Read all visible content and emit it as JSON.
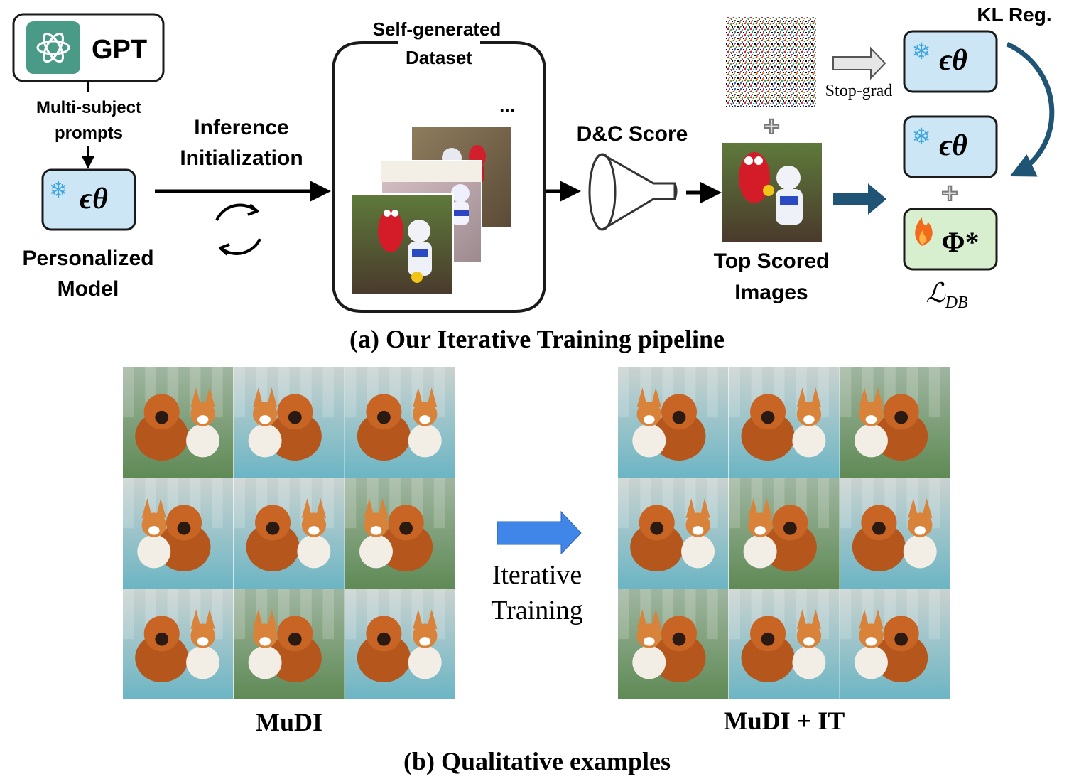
{
  "part_a": {
    "caption": "(a) Our Iterative Training pipeline",
    "gpt": {
      "label": "GPT",
      "edge_label": [
        "Multi-subject",
        "prompts"
      ]
    },
    "personalized_model": {
      "symbol": "ϵθ",
      "label": [
        "Personalized",
        "Model"
      ]
    },
    "inference": {
      "label": [
        "Inference",
        "Initialization"
      ]
    },
    "dataset": {
      "title": [
        "Self-generated",
        "Dataset"
      ],
      "ellipsis": "..."
    },
    "filter": {
      "label": "D&C Score"
    },
    "top_scored": {
      "label": [
        "Top Scored",
        "Images"
      ]
    },
    "stop_grad": "Stop-grad",
    "kl_reg": "KL Reg.",
    "frozen_model_1": {
      "symbol": "ϵθ"
    },
    "frozen_model_2": {
      "symbol": "ϵθ"
    },
    "trainable_model": {
      "symbol": "Φ*"
    },
    "loss": {
      "base": "ℒ",
      "sub": "DB"
    }
  },
  "part_b": {
    "caption": "(b) Qualitative examples",
    "left_grid": {
      "label": "MuDI",
      "rows": 3,
      "cols": 3
    },
    "right_grid": {
      "label": "MuDI + IT",
      "rows": 3,
      "cols": 3
    },
    "arrow_label": [
      "Iterative",
      "Training"
    ]
  },
  "colors": {
    "model_fill": "#cde6f5",
    "phi_fill": "#d8efcf",
    "dark_teal_arrow": "#1f5475",
    "blue_arrow": "#3f86e8",
    "gpt_logo": "#4a9a88",
    "snowflake": "#3fa6e0",
    "flame": "#f26b1d"
  },
  "icons": [
    "gpt-logo-icon",
    "snowflake-icon",
    "refresh-cycle-icon",
    "funnel-icon",
    "flame-icon",
    "noise-image-icon"
  ]
}
